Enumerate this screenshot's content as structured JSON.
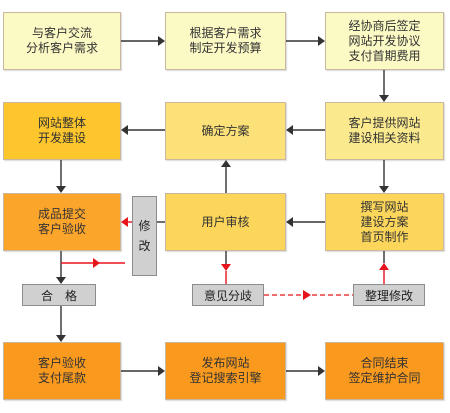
{
  "colors": {
    "cream": "#fbf9c4",
    "light_yellow": "#fbe88a",
    "yellow": "#fcd65a",
    "gold": "#fcc62c",
    "orange": "#fca72d",
    "deep_orange": "#f99a1e",
    "grey_box": "#d0d0d0",
    "arrow_dark": "#333333",
    "arrow_red": "#e8141c"
  },
  "nodes": {
    "communicate": "与客户交流\n分析客户需求",
    "budget": "根据客户需求\n制定开发预算",
    "agreement": "经协商后签定\n网站开发协议\n支付首期费用",
    "build": "网站整体\n开发建设",
    "confirm_plan": "确定方案",
    "provide_materials": "客户提供网站\n建设相关资料",
    "submit": "成品提交\n客户验收",
    "user_review": "用户审核",
    "write_plan": "撰写网站\n建设方案\n首页制作",
    "acceptance": "客户验收\n支付尾款",
    "publish": "发布网站\n登记搜索引擎",
    "contract_end": "合同结束\n签定维护合同"
  },
  "labels": {
    "revise": [
      "修",
      "改"
    ],
    "qualified": "合　格",
    "disagreement": "意见分歧",
    "rework": "整理修改"
  }
}
